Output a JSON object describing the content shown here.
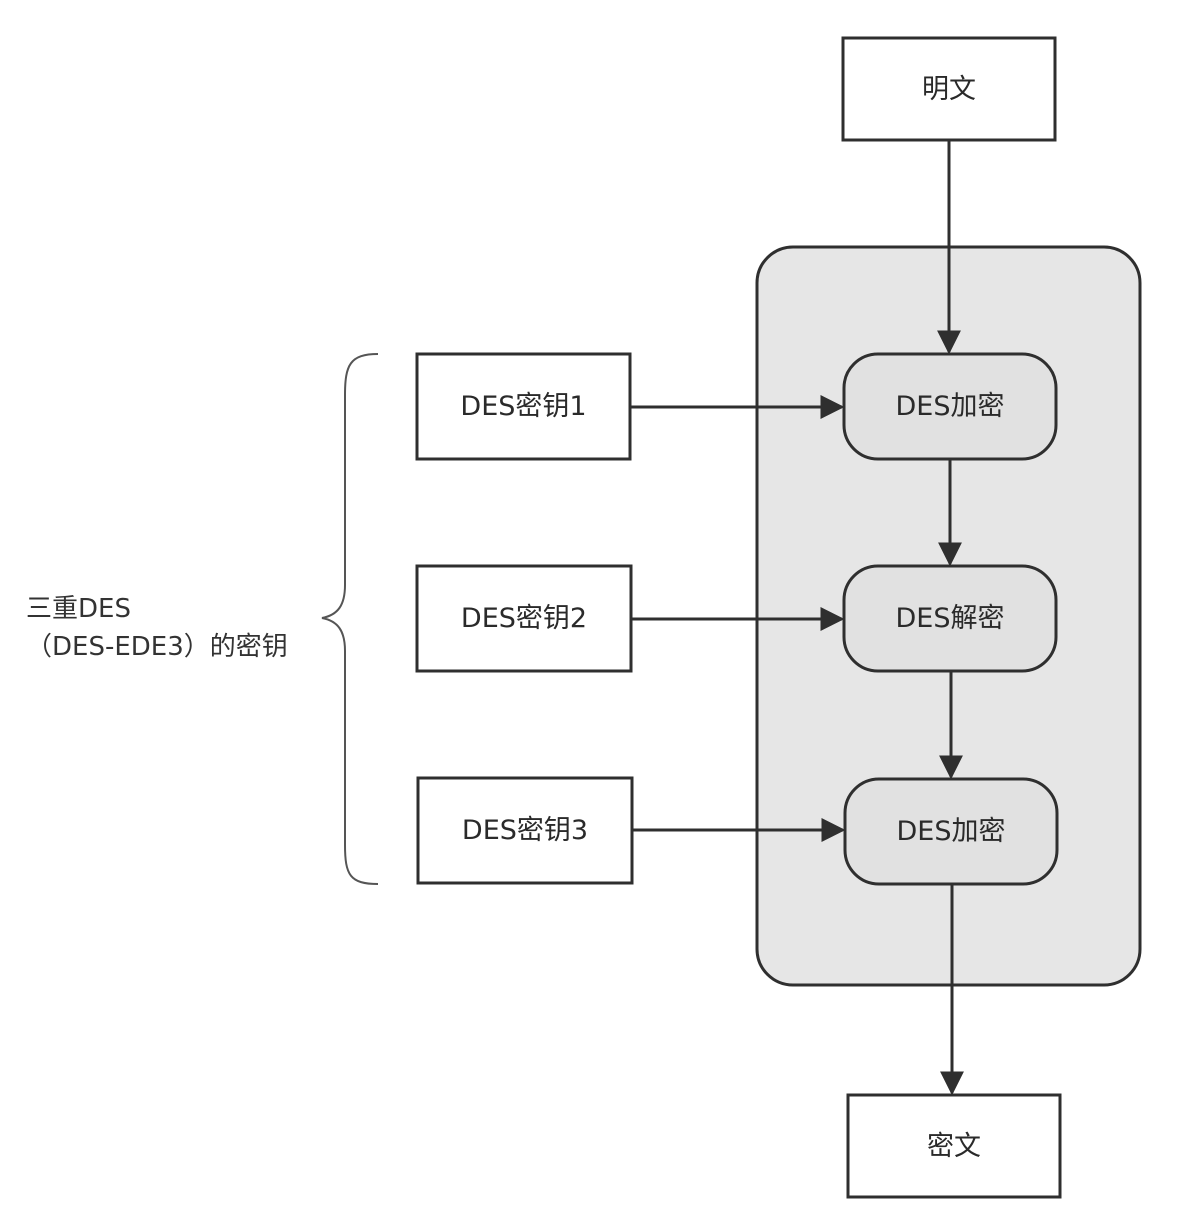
{
  "nodes": {
    "plaintext": "明文",
    "ciphertext": "密文",
    "key1": "DES密钥1",
    "key2": "DES密钥2",
    "key3": "DES密钥3",
    "op1": "DES加密",
    "op2": "DES解密",
    "op3": "DES加密"
  },
  "brace_label": {
    "line1": "三重DES",
    "line2": "（DES-EDE3）的密钥"
  },
  "colors": {
    "stroke": "#2f2f2f",
    "group_fill": "#e6e6e6",
    "op_fill": "#e1e1e1"
  }
}
